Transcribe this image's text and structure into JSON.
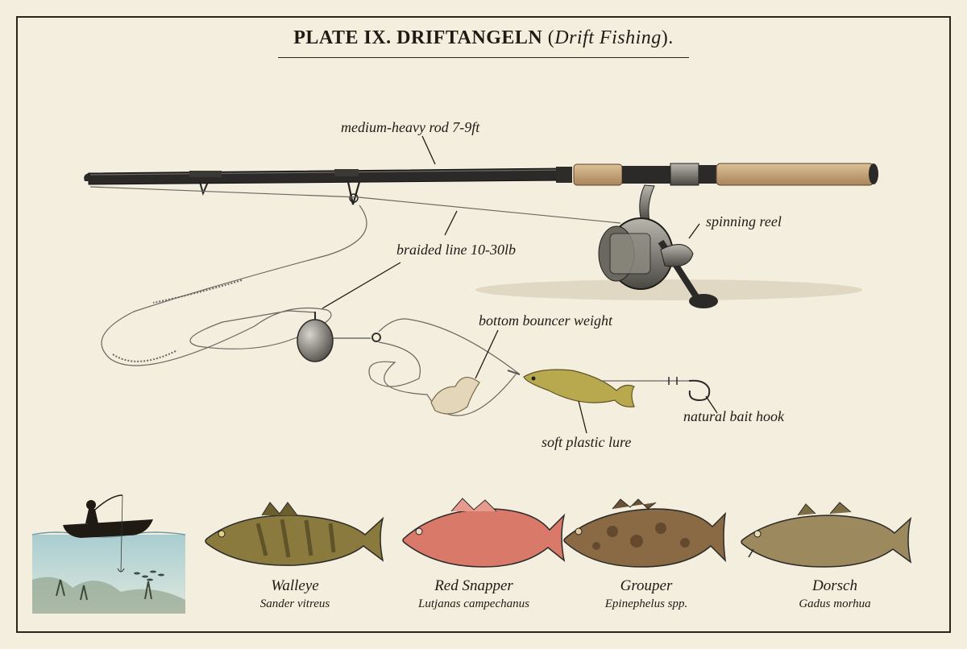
{
  "title": {
    "main": "PLATE IX.  DRIFTANGELN",
    "paren_open": " (",
    "italic": "Drift Fishing",
    "paren_close": ")."
  },
  "labels": {
    "rod": "medium-heavy rod 7-9ft",
    "reel": "spinning reel",
    "line": "braided line 10-30lb",
    "weight": "bottom bouncer weight",
    "hook": "natural bait hook",
    "lure": "soft plastic lure"
  },
  "fish": [
    {
      "name": "Walleye",
      "scientific": "Sander vitreus",
      "color": "#8a7a3e"
    },
    {
      "name": "Red Snapper",
      "scientific": "Lutjanas campechanus",
      "color": "#d9796a"
    },
    {
      "name": "Grouper",
      "scientific": "Epinephelus spp.",
      "color": "#8a6a44"
    },
    {
      "name": "Dorsch",
      "scientific": "Gadus morhua",
      "color": "#9c8a5e"
    }
  ],
  "colors": {
    "paper": "#f4eedf",
    "ink": "#1f1a14",
    "cork": "#c9a77a",
    "water": "#9fc0c4",
    "lure": "#b9a94e"
  }
}
